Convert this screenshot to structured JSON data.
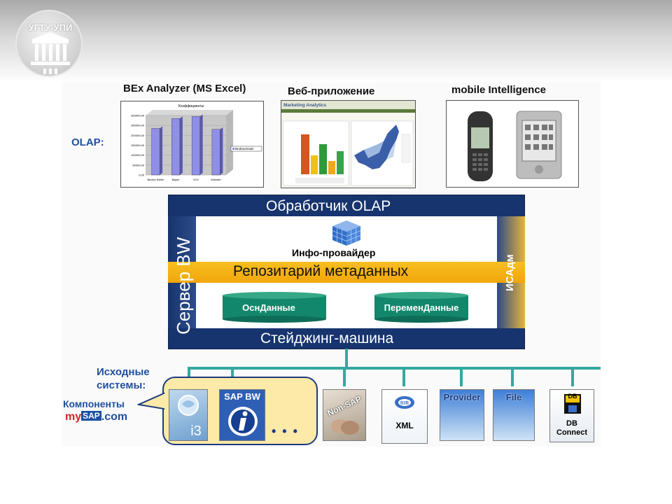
{
  "logo": {
    "text": "УГТУ-УПИ"
  },
  "olap_label": "OLAP:",
  "frontends": {
    "bex": {
      "title": "BEx Analyzer (MS Excel)",
      "chart_title": "Коэффициенты",
      "legend": "Bruttoumsatz",
      "y_ticks": [
        "300000,00",
        "250000,00",
        "200000,00",
        "150000,00",
        "100000,00",
        "50000,00",
        "0,00"
      ],
      "categories": [
        "Becker Berlin",
        "Bayer",
        "VVV",
        "Münster"
      ],
      "values": [
        235000,
        285000,
        295000,
        230000
      ],
      "ylim": [
        0,
        300000
      ],
      "bar_color": "#8f8fe8"
    },
    "web": {
      "title": "Веб-приложение",
      "app_title": "Marketing Analytics"
    },
    "mobile": {
      "title": "mobile Intelligence"
    }
  },
  "server": {
    "top": "Обработчик OLAP",
    "side_left": "Сервер BW",
    "info_provider": "Инфо-провайдер",
    "repository": "Репозитарий метаданных",
    "side_right": "ИСАдм",
    "cyl_left": "ОснДанные",
    "cyl_right": "ПеременДанные",
    "bottom": "Стейджинг-машина",
    "color_dark": "#17346e",
    "color_yellow": "#f4b21a",
    "color_cyl": "#138a6e"
  },
  "sources": {
    "label_line1": "Исходные",
    "label_line2": "системы:",
    "components_label": "Компоненты",
    "mysap_my": "my",
    "mysap_sap": "SAP",
    "mysap_com": ".com",
    "items": {
      "i3": "i3",
      "sapbw": "SAP BW",
      "nonsap": "Non-SAP",
      "xml": "XML",
      "provider": "Provider",
      "file": "File",
      "db": "DB",
      "db_connect_1": "DB",
      "db_connect_2": "Connect"
    },
    "ellipsis": "• • •"
  }
}
